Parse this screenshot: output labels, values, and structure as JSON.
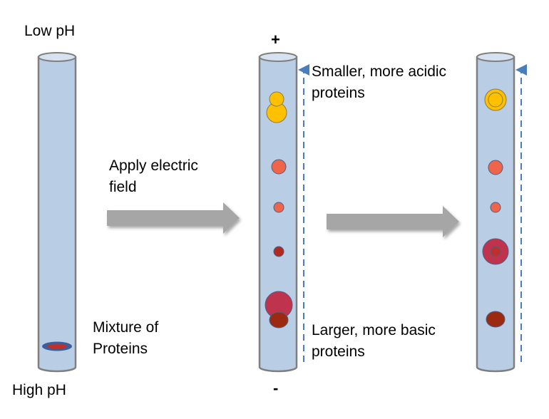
{
  "labels": {
    "low_ph": "Low pH",
    "high_ph": "High pH",
    "mixture_line1": "Mixture of",
    "mixture_line2": "Proteins",
    "apply_line1": "Apply electric",
    "apply_line2": "field",
    "smaller_line1": "Smaller, more acidic",
    "smaller_line2": "proteins",
    "larger_line1": "Larger, more basic",
    "larger_line2": "proteins",
    "plus": "+",
    "minus": "-"
  },
  "colors": {
    "tube_fill": "#b9cde5",
    "tube_top": "#d6e2f0",
    "tube_stroke": "#7f7f7f",
    "arrow_gray": "#a6a6a6",
    "dashed_arrow": "#4a7ebb",
    "yellow": "#ffc000",
    "orange": "#f0654a",
    "dark_red": "#b22a1f",
    "crimson": "#c0334d",
    "maroon": "#9c2a10",
    "mixture_outer": "#3a5f9a",
    "mixture_inner": "#c0302a"
  }
}
